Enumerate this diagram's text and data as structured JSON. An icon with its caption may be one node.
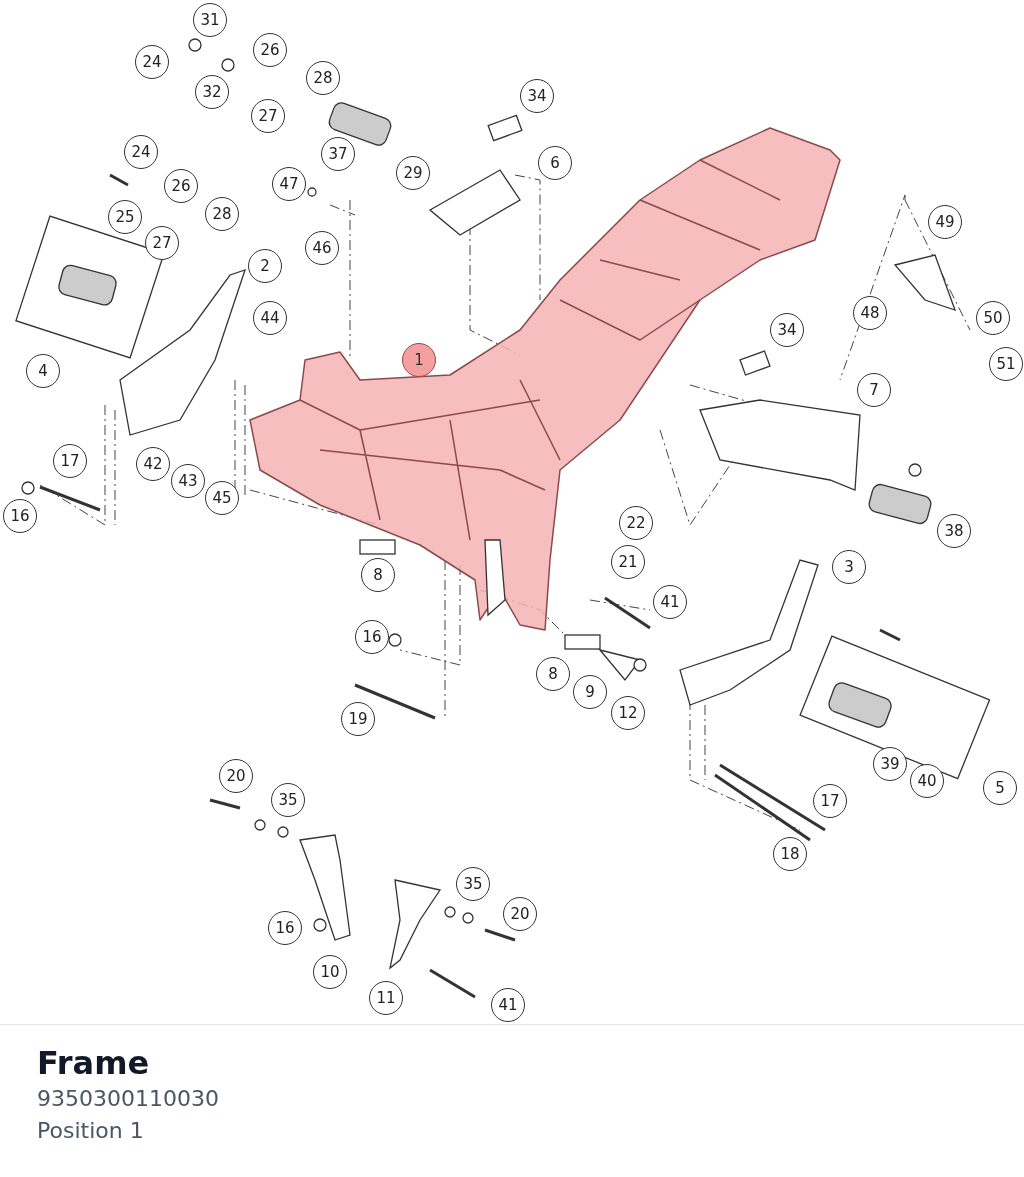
{
  "diagram": {
    "title": "Frame",
    "labels": [
      "31",
      "26",
      "24",
      "28",
      "32",
      "34",
      "27",
      "24",
      "37",
      "6",
      "29",
      "26",
      "47",
      "25",
      "28",
      "49",
      "27",
      "46",
      "2",
      "48",
      "44",
      "50",
      "34",
      "1",
      "51",
      "4",
      "7",
      "17",
      "42",
      "43",
      "45",
      "16",
      "22",
      "38",
      "21",
      "3",
      "8",
      "41",
      "16",
      "8",
      "9",
      "12",
      "19",
      "39",
      "40",
      "20",
      "5",
      "35",
      "17",
      "18",
      "35",
      "20",
      "16",
      "10",
      "11",
      "41",
      "9350300110030",
      "Position 1"
    ]
  }
}
